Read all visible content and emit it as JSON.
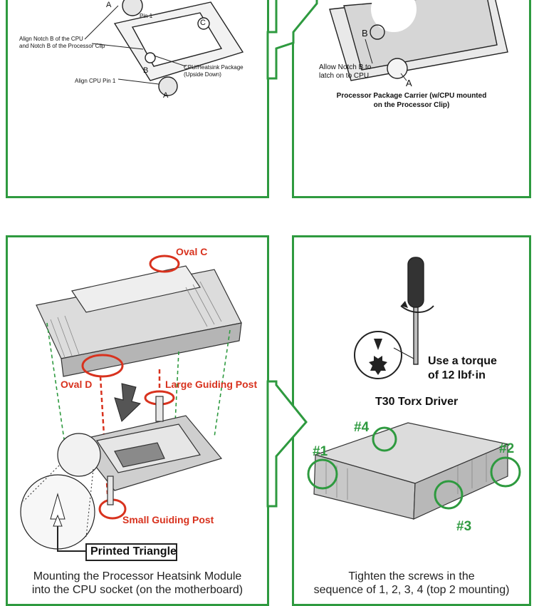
{
  "panel1": {
    "label_a_top": "A",
    "label_pin1": "Pin 1",
    "label_c": "C",
    "align_notch": "Align Notch B of the CPU\nand Notch B of the Processor Clip",
    "label_b": "B",
    "cpu_package": "CPU/Heatsink Package\n(Upside Down)",
    "align_pin": "Align CPU Pin 1",
    "label_a_bottom": "A"
  },
  "panel2": {
    "label_b": "B",
    "allow_notch": "Allow Notch B to\nlatch on to CPU",
    "label_a": "A",
    "caption": "Processor Package Carrier (w/CPU mounted\non the Processor Clip)"
  },
  "panel3": {
    "oval_c": "Oval C",
    "oval_d": "Oval D",
    "large_post": "Large Guiding Post",
    "small_post": "Small Guiding Post",
    "printed_triangle": "Printed Triangle",
    "caption": "Mounting the Processor Heatsink Module\ninto the CPU socket (on the motherboard)"
  },
  "panel4": {
    "torque": "Use a torque\nof 12 lbf·in",
    "driver": "T30 Torx Driver",
    "screw1": "#1",
    "screw2": "#2",
    "screw3": "#3",
    "screw4": "#4",
    "caption": "Tighten the screws in the\nsequence of 1, 2, 3, 4 (top 2 mounting)"
  },
  "colors": {
    "frame": "#2e9a3f",
    "highlight": "#d8321e",
    "screw_ring": "#2e9a3f"
  }
}
